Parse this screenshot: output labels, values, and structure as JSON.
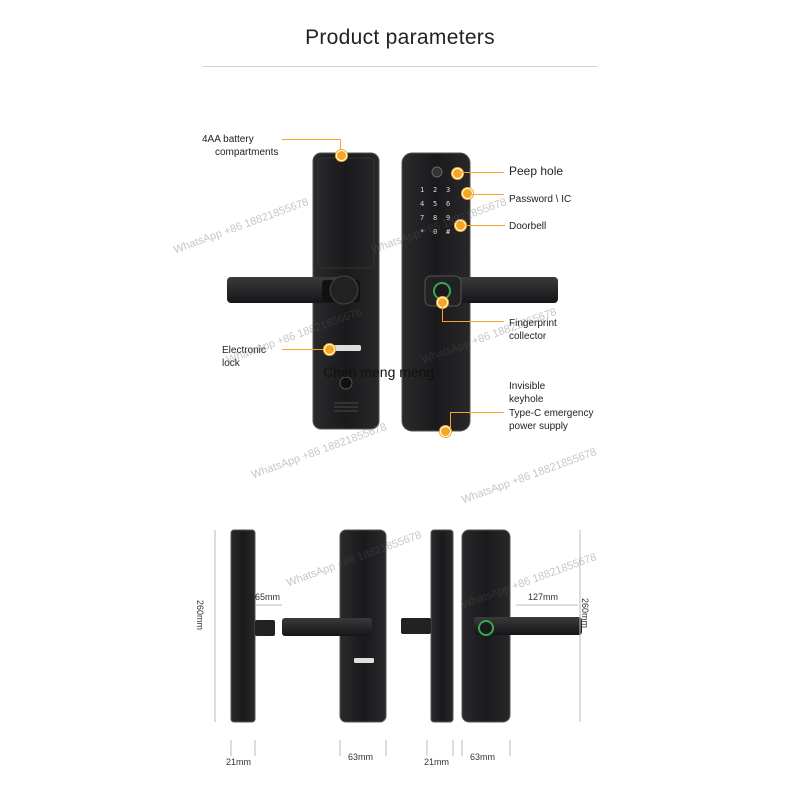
{
  "header": {
    "title": "Product parameters"
  },
  "callouts": {
    "battery": [
      "4AA battery",
      "compartments"
    ],
    "peep": "Peep hole",
    "password": "Password \\ IC",
    "doorbell": "Doorbell",
    "fingerprint": [
      "Fingerprint",
      "collector"
    ],
    "elock": [
      "Electronic",
      "lock"
    ],
    "keyhole": [
      "Invisible",
      "keyhole"
    ],
    "typec": [
      "Type-C emergency",
      "power supply"
    ]
  },
  "keypad": [
    "1",
    "2",
    "3",
    "4",
    "5",
    "6",
    "7",
    "8",
    "9",
    "*",
    "0",
    "#"
  ],
  "dimensions": {
    "side_left_height": "260mm",
    "side_left_depth": "65mm",
    "side_left_width": "21mm",
    "back_width": "63mm",
    "side_right_width": "21mm",
    "front_width": "63mm",
    "front_depth": "127mm",
    "front_height": "260mm"
  },
  "overlay_text": "Chen meng meng",
  "watermarks": [
    "WhatsApp +86 18821855678"
  ],
  "colors": {
    "accent": "#f5a623",
    "lock_body": "#1c1c1e"
  }
}
